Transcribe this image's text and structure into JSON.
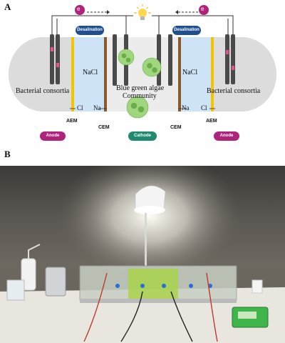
{
  "panel_a": {
    "label": "A",
    "electron_symbol": "e",
    "desalination_left": "Desalination",
    "desalination_right": "Desalination",
    "nacl_left": "NaCl",
    "nacl_right": "NaCl",
    "bacterial_left": "Bacterial consortia",
    "bacterial_right": "Bacterial consortia",
    "algae_line1": "Blue green algae",
    "algae_line2": "Community",
    "cl_left": "Cl",
    "na_left": "Na",
    "na_right": "Na",
    "cl_right": "Cl",
    "aem_left": "AEM",
    "cem_left": "CEM",
    "cem_right": "CEM",
    "aem_right": "AEM",
    "anode_left": "Anode",
    "cathode": "Cathode",
    "anode_right": "Anode",
    "colors": {
      "chamber_grey": "#dcdcdc",
      "desal_blue": "#cfe3f7",
      "aem_yellow": "#f2c500",
      "cem_brown": "#8a5a2b",
      "anode_magenta": "#b0237a",
      "cathode_teal": "#1f8a6e",
      "desal_navy": "#1f4f8f",
      "algae_green": "#7ac25a"
    }
  },
  "panel_b": {
    "label": "B"
  }
}
